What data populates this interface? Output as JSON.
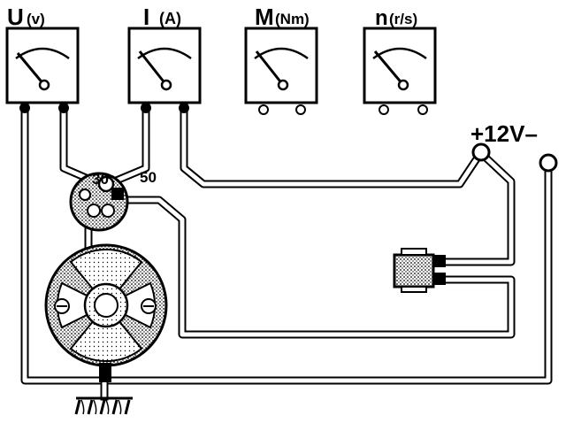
{
  "meters": [
    {
      "symbol": "U",
      "unit": "(v)"
    },
    {
      "symbol": "I",
      "unit": "(A)"
    },
    {
      "symbol": "M",
      "unit": "(Nm)"
    },
    {
      "symbol": "n",
      "unit": "(r/s)"
    }
  ],
  "terminals": {
    "t30": "30",
    "t50": "50"
  },
  "battery": {
    "label": "+12V–"
  },
  "colors": {
    "ink": "#000000",
    "paper": "#ffffff"
  },
  "icons": [
    "voltmeter-icon",
    "ammeter-icon",
    "torque-meter-icon",
    "tachometer-icon",
    "starter-motor-icon",
    "solenoid-switch-icon",
    "ground-icon"
  ]
}
